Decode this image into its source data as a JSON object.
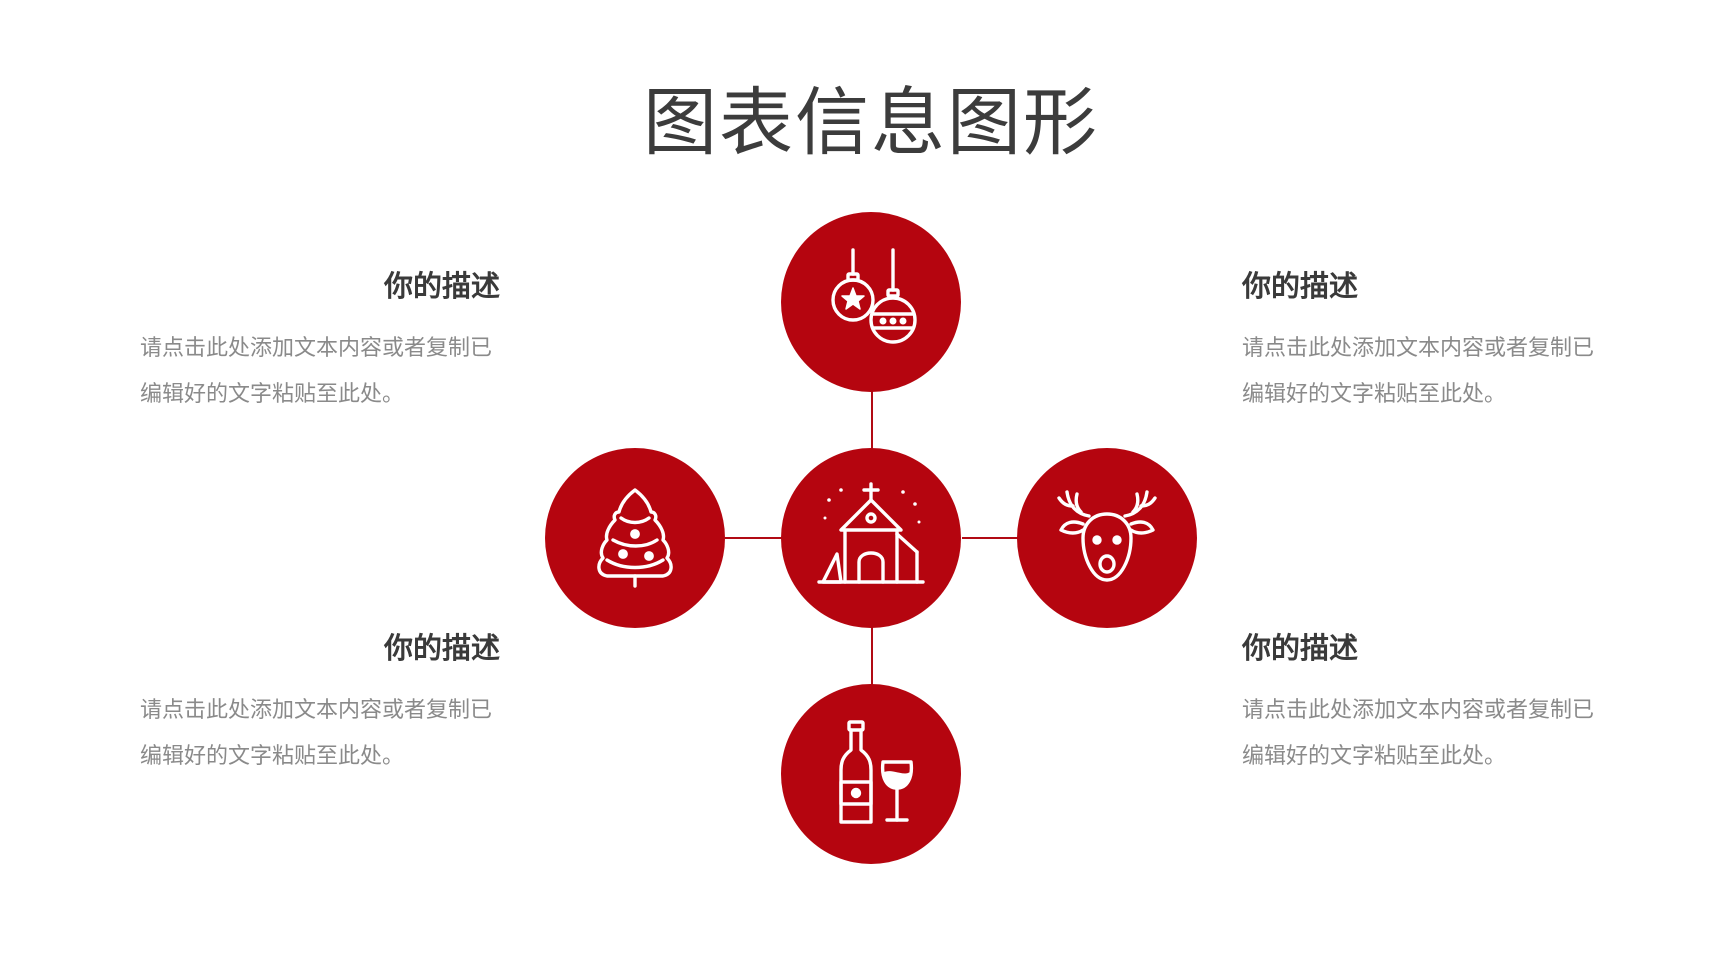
{
  "slide": {
    "title": "图表信息图形"
  },
  "colors": {
    "accent": "#b5050f",
    "title_text": "#3c3c3c",
    "heading_text": "#3a3a3a",
    "body_text": "#8a8a8a"
  },
  "icons": {
    "top": "ornaments-icon",
    "left": "christmas-tree-icon",
    "center": "church-icon",
    "right": "reindeer-icon",
    "bottom": "wine-bottle-glass-icon"
  },
  "descriptions": {
    "top_left": {
      "heading": "你的描述",
      "body": "请点击此处添加文本内容或者复制已编辑好的文字粘贴至此处。"
    },
    "bottom_left": {
      "heading": "你的描述",
      "body": "请点击此处添加文本内容或者复制已编辑好的文字粘贴至此处。"
    },
    "top_right": {
      "heading": "你的描述",
      "body": "请点击此处添加文本内容或者复制已编辑好的文字粘贴至此处。"
    },
    "bottom_right": {
      "heading": "你的描述",
      "body": "请点击此处添加文本内容或者复制已编辑好的文字粘贴至此处。"
    }
  }
}
